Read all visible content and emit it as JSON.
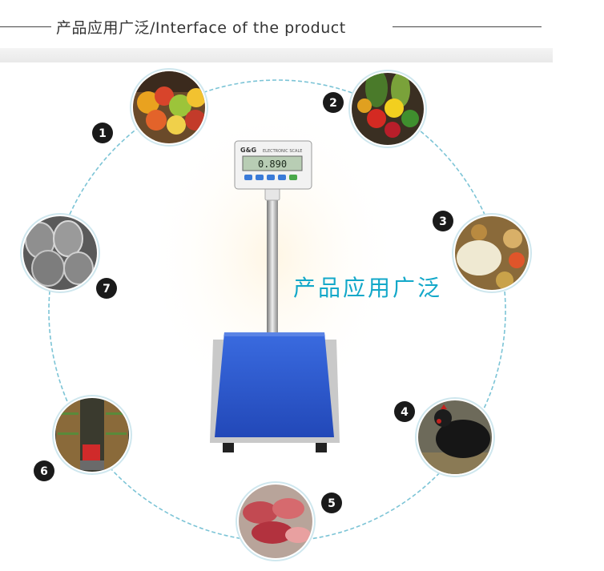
{
  "header": {
    "title": "产品应用广泛/Interface of the product"
  },
  "center_text": "产品应用广泛",
  "scale": {
    "brand": "G&G",
    "model_label": "ELECTRONIC SCALE",
    "display_value": "0.890"
  },
  "applications": [
    {
      "number": "1",
      "subject": "fruit-market"
    },
    {
      "number": "2",
      "subject": "vegetables"
    },
    {
      "number": "3",
      "subject": "grains"
    },
    {
      "number": "4",
      "subject": "poultry"
    },
    {
      "number": "5",
      "subject": "meat"
    },
    {
      "number": "6",
      "subject": "warehouse"
    },
    {
      "number": "7",
      "subject": "steel-wire-coils"
    }
  ],
  "colors": {
    "accent": "#13a8c9",
    "ring": "#7cc4d6",
    "platform": "#2f5fd0",
    "badge": "#1a1a1a"
  }
}
